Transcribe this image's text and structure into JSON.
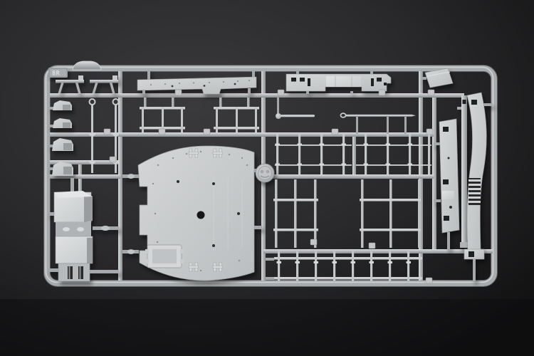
{
  "meta": {
    "type": "photograph",
    "subject": "Injection-molded plastic model kit sprue (parts tree) of light gray styrene photographed on a dark backdrop"
  },
  "sprue": {
    "label": "8R",
    "medallion": "round embossed manufacturer logo disc on center runner"
  },
  "colors": {
    "bg_center": "#3a3a3c",
    "bg_mid": "#262628",
    "bg_edge": "#111112",
    "plastic": "#b4b7b9",
    "plastic_light": "#dcdedf",
    "plastic_dark": "#85888a",
    "plate": "#c9cbcc",
    "plate_light": "#d8dadb",
    "hole": "#1f2021",
    "dimple": "#8f9294"
  },
  "parts": [
    {
      "id": "deck-plate",
      "desc": "large curved deck plate with center hole, hatch frame and fitting dimples"
    },
    {
      "id": "walkway-strip",
      "desc": "long flat platform strip with center tab"
    },
    {
      "id": "superstructure-side",
      "desc": "notched superstructure wall with window openings"
    },
    {
      "id": "hull-strip-straight",
      "desc": "straight vertical strip with square openings"
    },
    {
      "id": "hull-strip-curved",
      "desc": "S-curved vertical strip with ladder detail and slotted foot"
    },
    {
      "id": "thin-strip",
      "desc": "narrow straight vertical strip"
    },
    {
      "id": "angled-panel",
      "desc": "small slanted quadrilateral panel"
    },
    {
      "id": "superstructure-blocks",
      "desc": "stacked deckhouse box parts with twin slots"
    },
    {
      "id": "railing-row-upper",
      "desc": "row of railing stanchions molded between two runners"
    },
    {
      "id": "railing-row-lower",
      "desc": "long two-rail railing with stanchions"
    },
    {
      "id": "railing-frames",
      "desc": "rectangular railing frame sections"
    },
    {
      "id": "handrail-sections",
      "desc": "two small handrail ladder sections"
    },
    {
      "id": "mast-rods",
      "desc": "two thin mast rods with eyelet tops"
    },
    {
      "id": "davit-brackets",
      "desc": "four small wedge bracket parts"
    },
    {
      "id": "platform-tables",
      "desc": "two small table-shaped platform parts"
    },
    {
      "id": "ball-end-rod",
      "desc": "short rod with ball end"
    },
    {
      "id": "eyelet-pin-rod",
      "desc": "long thin pin rod with eyelet"
    },
    {
      "id": "logo-medallion",
      "desc": "round embossed logo medallion"
    }
  ]
}
